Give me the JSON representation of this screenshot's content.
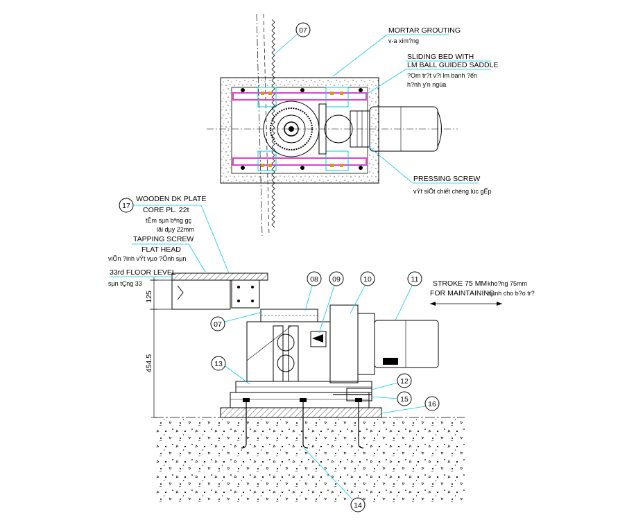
{
  "callouts": {
    "mortar": {
      "title": "MORTAR GROUTING",
      "sub": "v-a xim?ng"
    },
    "sliding": {
      "title1": "SLIDING BED WITH",
      "title2": "LM BALL GUIDED SADDLE",
      "sub1": "?Om tr?t v?i lm banh ?ến",
      "sub2": "h?nh y'n ngùa"
    },
    "pressing": {
      "title": "PRESSING SCREW",
      "sub": "vÝt siÕt chiết chèng lùc gẾp"
    },
    "wooden": {
      "title1": "WOODEN DK PLATE",
      "title2": "CORE PL. 22t",
      "sub1": "tÊm sµn bªng gç",
      "sub2": "lãi dµy 22mm"
    },
    "tapping": {
      "title1": "TAPPING SCREW",
      "title2": "FLAT HEAD",
      "sub": "viÕn ?inh vÝt vµo ?Önh sµn"
    },
    "floor": {
      "title": "33rd FLOOR LEVEL",
      "sub": "sµn tÇng 33"
    },
    "stroke": {
      "title1": "STROKE 75 MM",
      "sub1": "kho?ng 75mm",
      "title2": "FOR MAINTAINING",
      "sub2": "dµnh cho b?o tr?"
    }
  },
  "bubbles": {
    "b07_top": "07",
    "b07_side": "07",
    "b08": "08",
    "b09": "09",
    "b10": "10",
    "b11": "11",
    "b12": "12",
    "b13": "13",
    "b14": "14",
    "b15": "15",
    "b16": "16",
    "b17": "17"
  },
  "dims": {
    "d125": "125",
    "d4545": "454.5"
  },
  "colors": {
    "line": "#000000",
    "cyan": "#00c8e6",
    "magenta": "#e040d0"
  }
}
